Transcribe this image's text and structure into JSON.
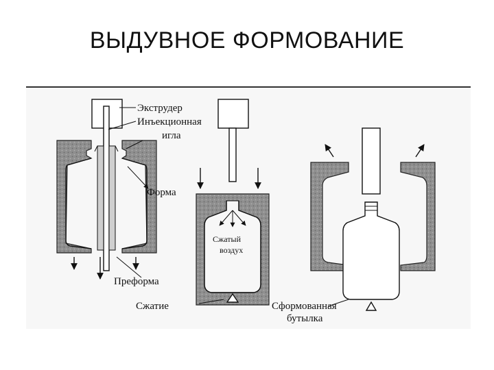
{
  "title": "ВЫДУВНОЕ ФОРМОВАНИЕ",
  "labels": {
    "extruder": "Экструдер",
    "needle_1": "Инъекционная",
    "needle_2": "игла",
    "mold": "Форма",
    "air_1": "Сжатый",
    "air_2": "воздух",
    "preform": "Преформа",
    "compression": "Сжатие",
    "bottle_1": "Сформованная",
    "bottle_2": "бутылка"
  }
}
